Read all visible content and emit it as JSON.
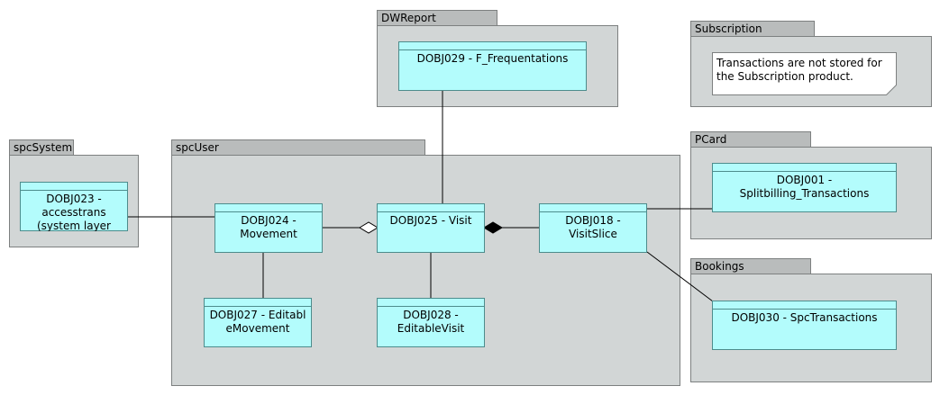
{
  "packages": {
    "dwreport": "DWReport",
    "subscription": "Subscription",
    "spcsystem": "spcSystem",
    "spcuser": "spcUser",
    "pcard": "PCard",
    "bookings": "Bookings"
  },
  "classes": {
    "dobj029": "DOBJ029 - F_Frequentations",
    "dobj023": "DOBJ023 - accesstrans (system layer",
    "dobj024": "DOBJ024 - Movement",
    "dobj025": "DOBJ025 - Visit",
    "dobj018": "DOBJ018 - VisitSlice",
    "dobj027": "DOBJ027 - EditableMovement",
    "dobj028": "DOBJ028 - EditableVisit",
    "dobj001": "DOBJ001 - Splitbilling_Transactions",
    "dobj030": "DOBJ030 - SpcTransactions"
  },
  "notes": {
    "subscription_note": "Transactions are not stored for the Subscription product."
  },
  "colors": {
    "package_fill": "#d2d6d6",
    "package_tab": "#b9bcbc",
    "class_fill": "#b3fcfc",
    "line": "#000000"
  }
}
